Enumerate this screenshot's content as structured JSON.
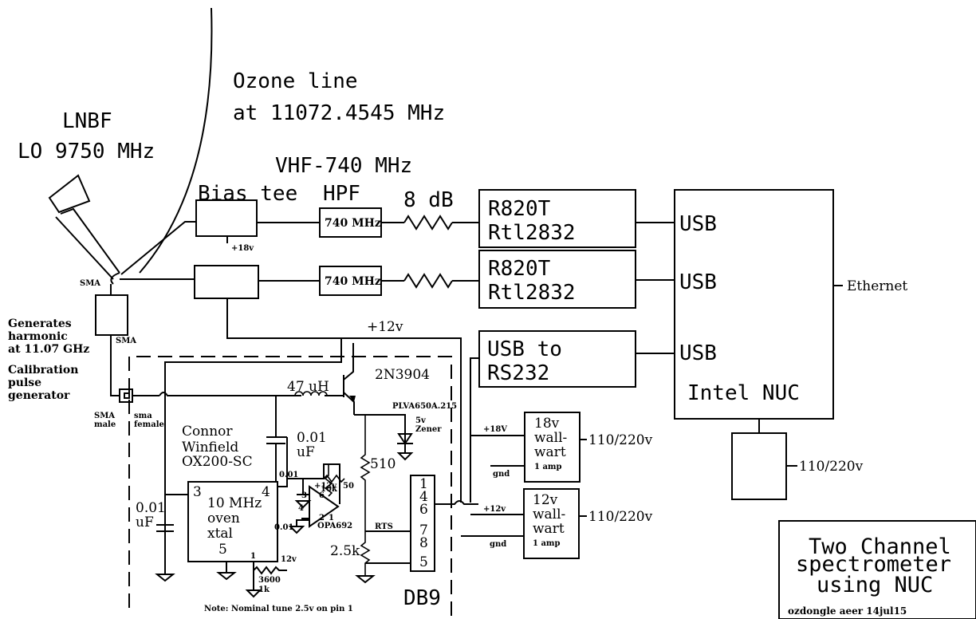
{
  "labels": {
    "ozone_line_1": "Ozone line",
    "ozone_line_2": "at 11072.4545 MHz",
    "lnbf": "LNBF",
    "lo": "LO 9750 MHz",
    "vhf": "VHF-740 MHz",
    "bias_tee": "Bias tee",
    "hpf": "HPF",
    "atten": "8 dB",
    "plus18v_small": "+18v",
    "filter1": "740 MHz",
    "filter2": "740 MHz",
    "sdr1_a": "R820T",
    "sdr1_b": "Rtl2832",
    "sdr2_a": "R820T",
    "sdr2_b": "Rtl2832",
    "usb1": "USB",
    "usb2": "USB",
    "usb3": "USB",
    "nuc": "Intel NUC",
    "ethernet": "Ethernet",
    "usb_rs232_a": "USB to",
    "usb_rs232_b": "RS232",
    "plus12v": "+12v",
    "sma_1": "SMA",
    "sma_2": "SMA",
    "generates_1": "Generates",
    "generates_2": "harmonic",
    "generates_3": "at 11.07 GHz",
    "cal_1": "Calibration",
    "cal_2": "pulse",
    "cal_3": "generator",
    "sma_male_1": "SMA",
    "sma_male_2": "male",
    "sma_female_1": "sma",
    "sma_female_2": "female",
    "transistor": "2N3904",
    "inductor": "47 uH",
    "diode_part": "PLVA650A.215",
    "zener_1": "5v",
    "zener_2": "Zener",
    "connor_1": "Connor",
    "connor_2": "Winfield",
    "ox200": "OX200-SC",
    "cap_a_1": "0.01",
    "cap_a_2": "uF",
    "cap_b_1": "0.01",
    "cap_b_2": "uF",
    "osc_1": "10 MHz",
    "osc_2": "oven",
    "osc_3": "xtal",
    "osc_pin3": "3",
    "osc_pin4": "4",
    "osc_pin5": "5",
    "osc_pin1": "1",
    "cap_small_top": "0.01",
    "cap_small_bottom": "0.01",
    "r10k": "10k",
    "r50": "50",
    "opamp_pin3": "3",
    "opamp_pin4": "4",
    "opamp_pin6": "6",
    "opamp_pin2": "2",
    "opamp_pin1": "1",
    "opamp_12v": "+12v",
    "opamp": "OPA692",
    "r510": "510",
    "r2_5k": "2.5k",
    "rts": "RTS",
    "db9_1": "1",
    "db9_4": "4",
    "db9_6": "6",
    "db9_7": "7",
    "db9_8": "8",
    "db9_5": "5",
    "db9": "DB9",
    "r3600": "3600",
    "r1k": "1k",
    "v12_small": "12v",
    "note": "Note: Nominal tune 2.5v on pin 1",
    "ww18_in": "+18V",
    "ww18_gnd": "gnd",
    "ww18_1": "18v",
    "ww18_2": "wall-",
    "ww18_3": "wart",
    "ww18_4": "1 amp",
    "ww18_ac": "110/220v",
    "ww12_in": "+12v",
    "ww12_gnd": "gnd",
    "ww12_1": "12v",
    "ww12_2": "wall-",
    "ww12_3": "wart",
    "ww12_4": "1 amp",
    "ww12_ac": "110/220v",
    "nuc_ac": "110/220v",
    "title_1": "Two Channel",
    "title_2": "spectrometer",
    "title_3": "using NUC",
    "title_4": "ozdongle aeer 14jul15"
  }
}
